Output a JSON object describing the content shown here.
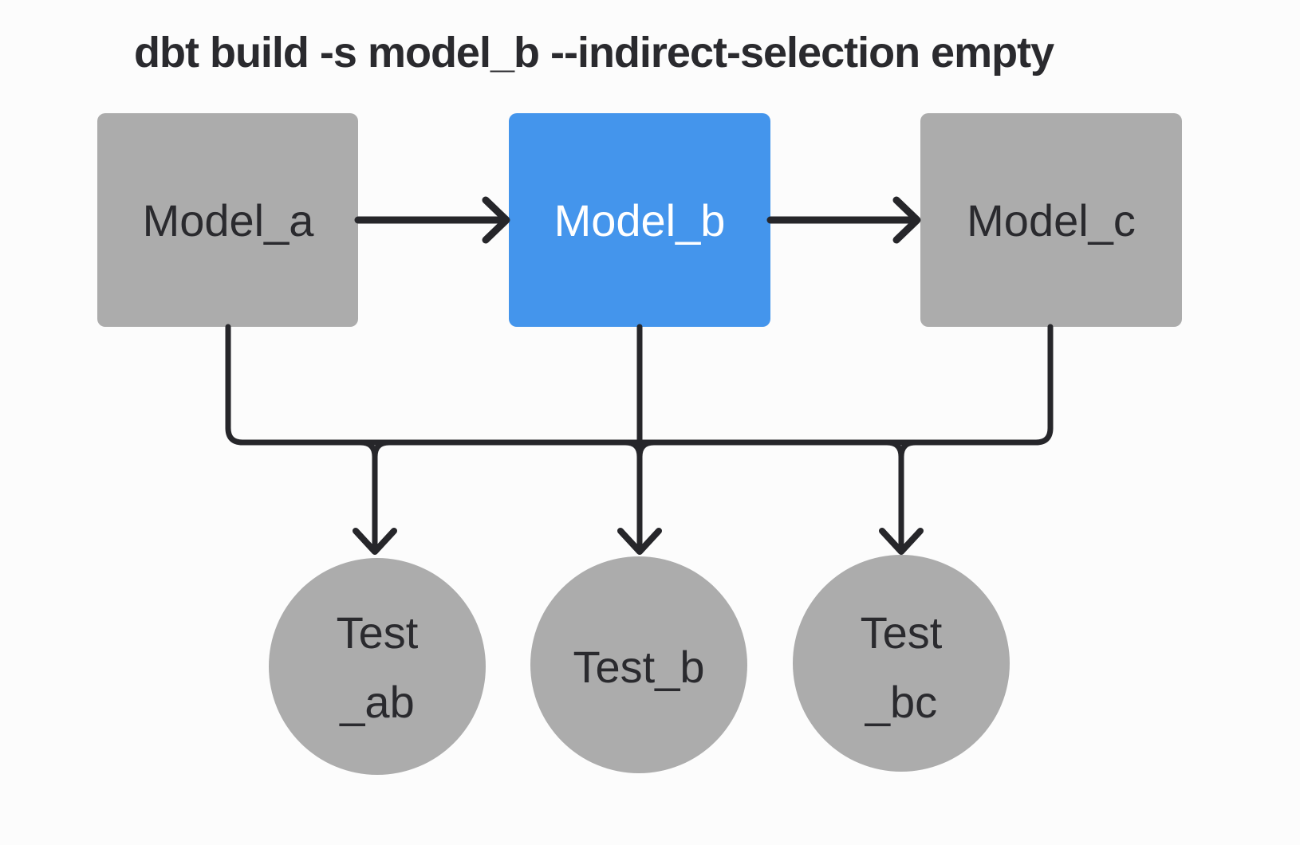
{
  "title": "dbt build -s model_b --indirect-selection empty",
  "diagram": {
    "models": [
      {
        "id": "model_a",
        "label": "Model_a",
        "shape": "rectangle",
        "highlighted": false
      },
      {
        "id": "model_b",
        "label": "Model_b",
        "shape": "rectangle",
        "highlighted": true
      },
      {
        "id": "model_c",
        "label": "Model_c",
        "shape": "rectangle",
        "highlighted": false
      }
    ],
    "tests": [
      {
        "id": "test_ab",
        "label": "Test _ab",
        "line1": "Test",
        "line2": "_ab",
        "shape": "circle"
      },
      {
        "id": "test_b",
        "label": "Test_b",
        "line1": "Test_b",
        "line2": "",
        "shape": "circle"
      },
      {
        "id": "test_bc",
        "label": "Test _bc",
        "line1": "Test",
        "line2": "_bc",
        "shape": "circle"
      }
    ],
    "edges": [
      {
        "from": "model_a",
        "to": "model_b"
      },
      {
        "from": "model_b",
        "to": "model_c"
      },
      {
        "from": "model_a",
        "to": "test_ab"
      },
      {
        "from": "model_b",
        "to": "test_b"
      },
      {
        "from": "model_c",
        "to": "test_bc"
      }
    ]
  },
  "colors": {
    "background": "#fcfcfc",
    "node_gray": "#acacac",
    "node_selected_blue": "#4495ec",
    "edge_stroke": "#26262a",
    "text_dark": "#2a2a2e",
    "text_light": "#ffffff"
  }
}
